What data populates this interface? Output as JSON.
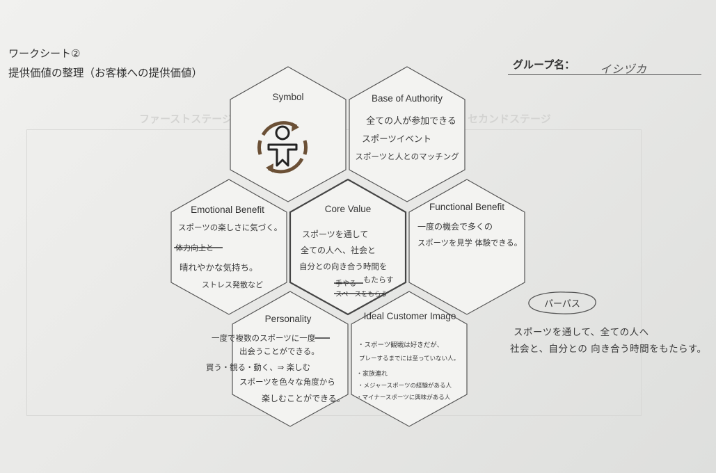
{
  "header": {
    "worksheet": "ワークシート②",
    "subtitle": "提供価値の整理（お客様への提供価値）",
    "group_label": "グループ名：",
    "group_name": "イシヅカ"
  },
  "background": {
    "first_stage": "ファーストステージ",
    "second_stage": "セカンドステージ"
  },
  "hexagons": {
    "symbol": {
      "title": "Symbol",
      "icon": "person-with-cycle-arrows-icon"
    },
    "base_of_authority": {
      "title": "Base of Authority",
      "lines": [
        "全ての人が参加できる",
        "スポーツイベント",
        "スポーツと人とのマッチング"
      ]
    },
    "emotional_benefit": {
      "title": "Emotional Benefit",
      "lines": [
        "スポーツの楽しさに気づく。",
        "体力向上と",
        "晴れやかな気持ち。",
        "ストレス発散など"
      ],
      "struck": "体力向上と"
    },
    "core_value": {
      "title": "Core Value",
      "lines": [
        "スポーツを通して",
        "全ての人へ、社会と",
        "自分との向き合う時間を",
        "もたらす",
        "手やる",
        "スペースをもらう"
      ]
    },
    "functional_benefit": {
      "title": "Functional Benefit",
      "lines": [
        "一度の機会で多くの",
        "スポーツを見学 体験できる。"
      ]
    },
    "personality": {
      "title": "Personality",
      "lines": [
        "一度で複数のスポーツに一度",
        "出会うことができる。",
        "買う・観る・動く、⇒ 楽しむ",
        "スポーツを色々な角度から",
        "楽しむことができる。"
      ]
    },
    "ideal_customer_image": {
      "title": "Ideal Customer Image",
      "lines": [
        "・スポーツ観戦は好きだが、",
        "プレーするまでには至っていない人。",
        "・家族連れ",
        "・メジャースポーツの経験がある人",
        "・マイナースポーツに興味がある人"
      ]
    }
  },
  "purpose": {
    "label": "パーパス",
    "line1": "スポーツを通して、全ての人へ",
    "line2": "社会と、自分との 向き合う時間をもたらす。"
  }
}
